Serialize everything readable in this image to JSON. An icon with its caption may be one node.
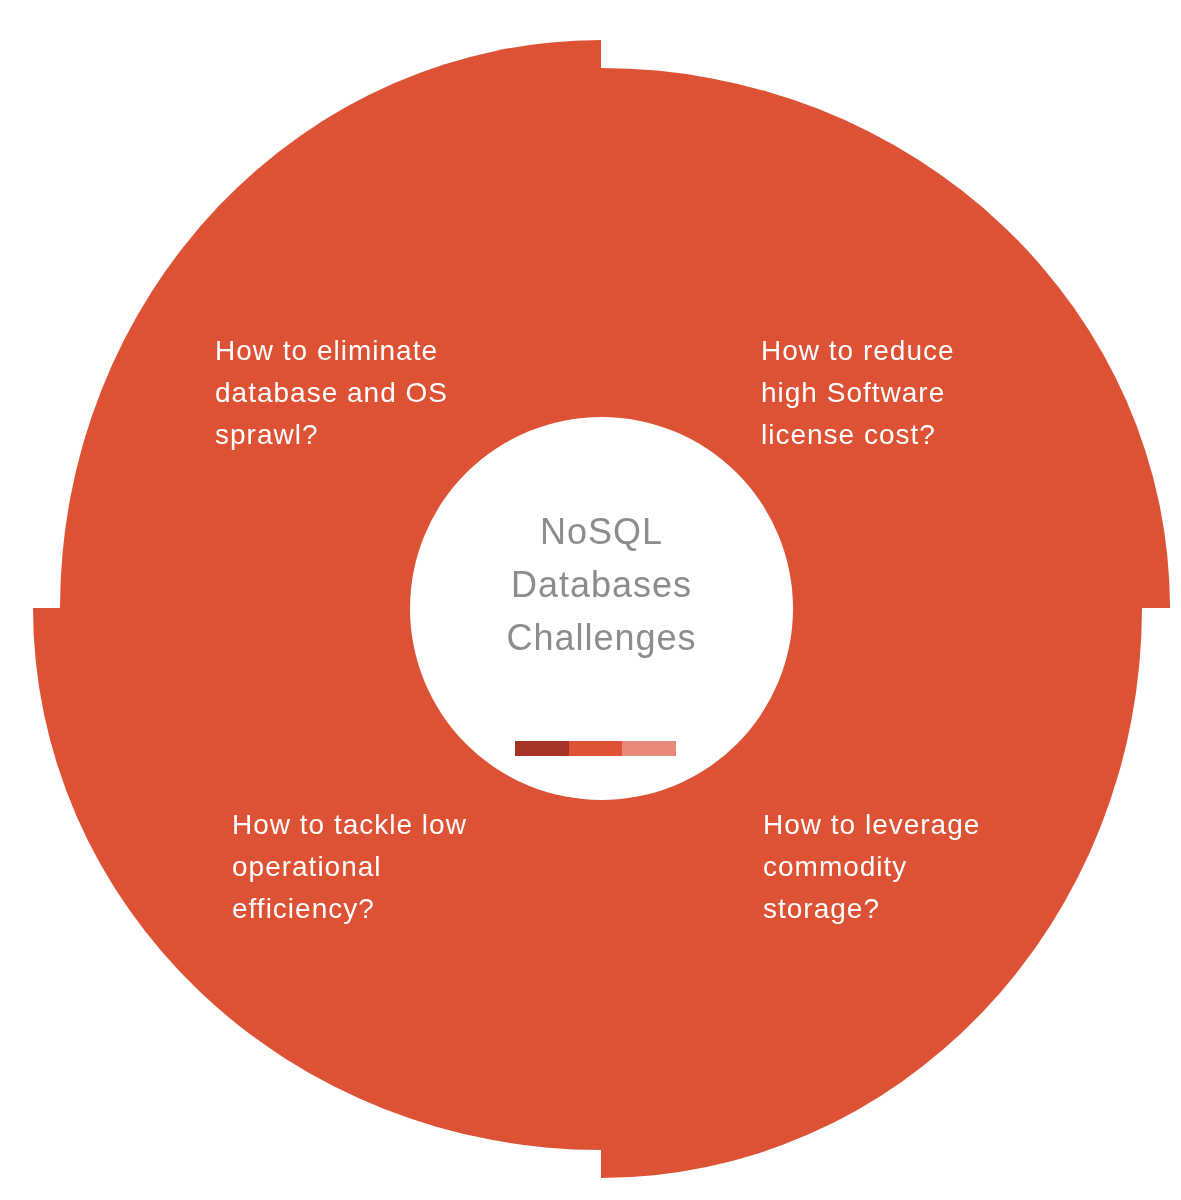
{
  "diagram": {
    "nodes": [
      {
        "text": [
          "How to eliminate database and OS sprawl?"
        ]
      },
      {
        "text": [
          "How to reduce high Software license cost?"
        ]
      },
      {
        "text": [
          "NoSQL Databases Challenges"
        ]
      },
      {
        "text": [
          "How to tackle low operational efficiency?"
        ]
      },
      {
        "text": [
          "How to leverage commodity storage?"
        ]
      }
    ]
  }
}
